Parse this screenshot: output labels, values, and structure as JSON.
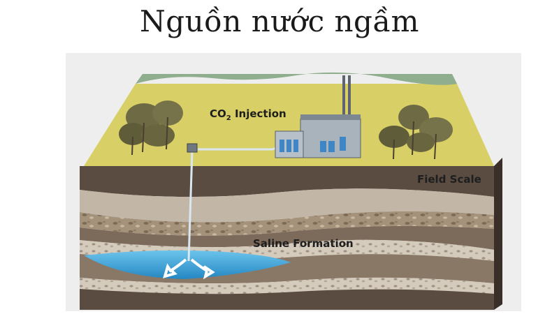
{
  "header": {
    "title": "Nguồn nước ngầm"
  },
  "diagram": {
    "injection_label": "CO",
    "injection_label_subscript": "2",
    "injection_label_suffix": " Injection",
    "scale_label": "Field Scale",
    "formation_label": "Saline Formation"
  },
  "colors": {
    "surface": "#d6cc63",
    "top_soil": "#5a4b40",
    "light_layer": "#bfb3a4",
    "pebble_layer": "#9c8a74",
    "mid_brown": "#7b6a59",
    "water": "#3fa6d8",
    "arrows": "#ffffff"
  }
}
